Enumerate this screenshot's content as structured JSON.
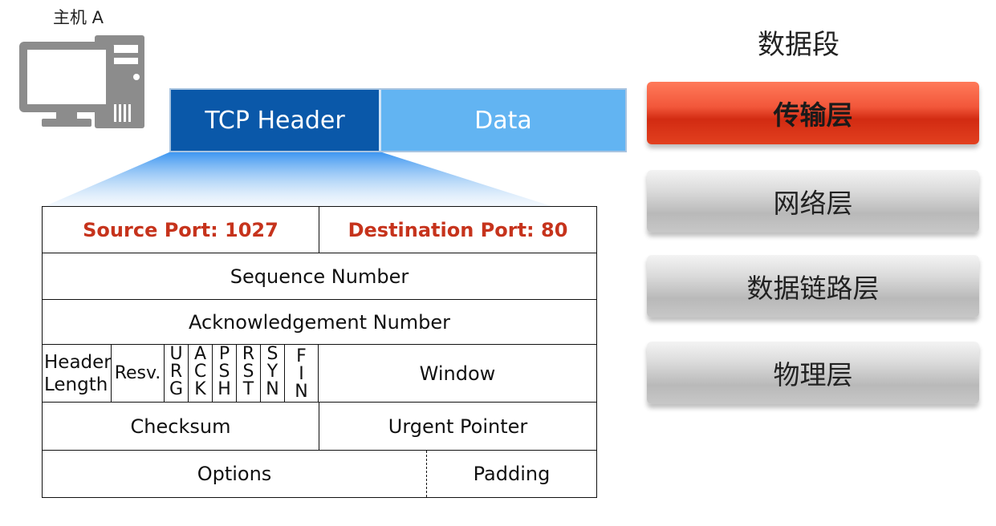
{
  "host": {
    "label": "主机 A",
    "icon": "computer-icon"
  },
  "segment": {
    "header_label": "TCP Header",
    "data_label": "Data"
  },
  "tcp_header": {
    "source_port": "Source  Port: 1027",
    "destination_port": "Destination  Port: 80",
    "sequence_number": "Sequence Number",
    "acknowledgement_number": "Acknowledgement Number",
    "header_length_line1": "Header",
    "header_length_line2": "Length",
    "reserved": "Resv.",
    "flags": [
      [
        "U",
        "R",
        "G"
      ],
      [
        "A",
        "C",
        "K"
      ],
      [
        "P",
        "S",
        "H"
      ],
      [
        "R",
        "S",
        "T"
      ],
      [
        "S",
        "Y",
        "N"
      ],
      [
        "F",
        "I",
        "N"
      ]
    ],
    "window": "Window",
    "checksum": "Checksum",
    "urgent_pointer": "Urgent  Pointer",
    "options": "Options",
    "padding": "Padding"
  },
  "layers": {
    "title": "数据段",
    "items": [
      {
        "label": "传输层",
        "active": true
      },
      {
        "label": "网络层",
        "active": false
      },
      {
        "label": "数据链路层",
        "active": false
      },
      {
        "label": "物理层",
        "active": false
      }
    ]
  },
  "colors": {
    "tcp_header_bg": "#0a58a9",
    "data_bg": "#62b4f2",
    "port_text": "#c6331c",
    "active_layer": "#e2401f",
    "inactive_layer": "#c7c7c7"
  }
}
